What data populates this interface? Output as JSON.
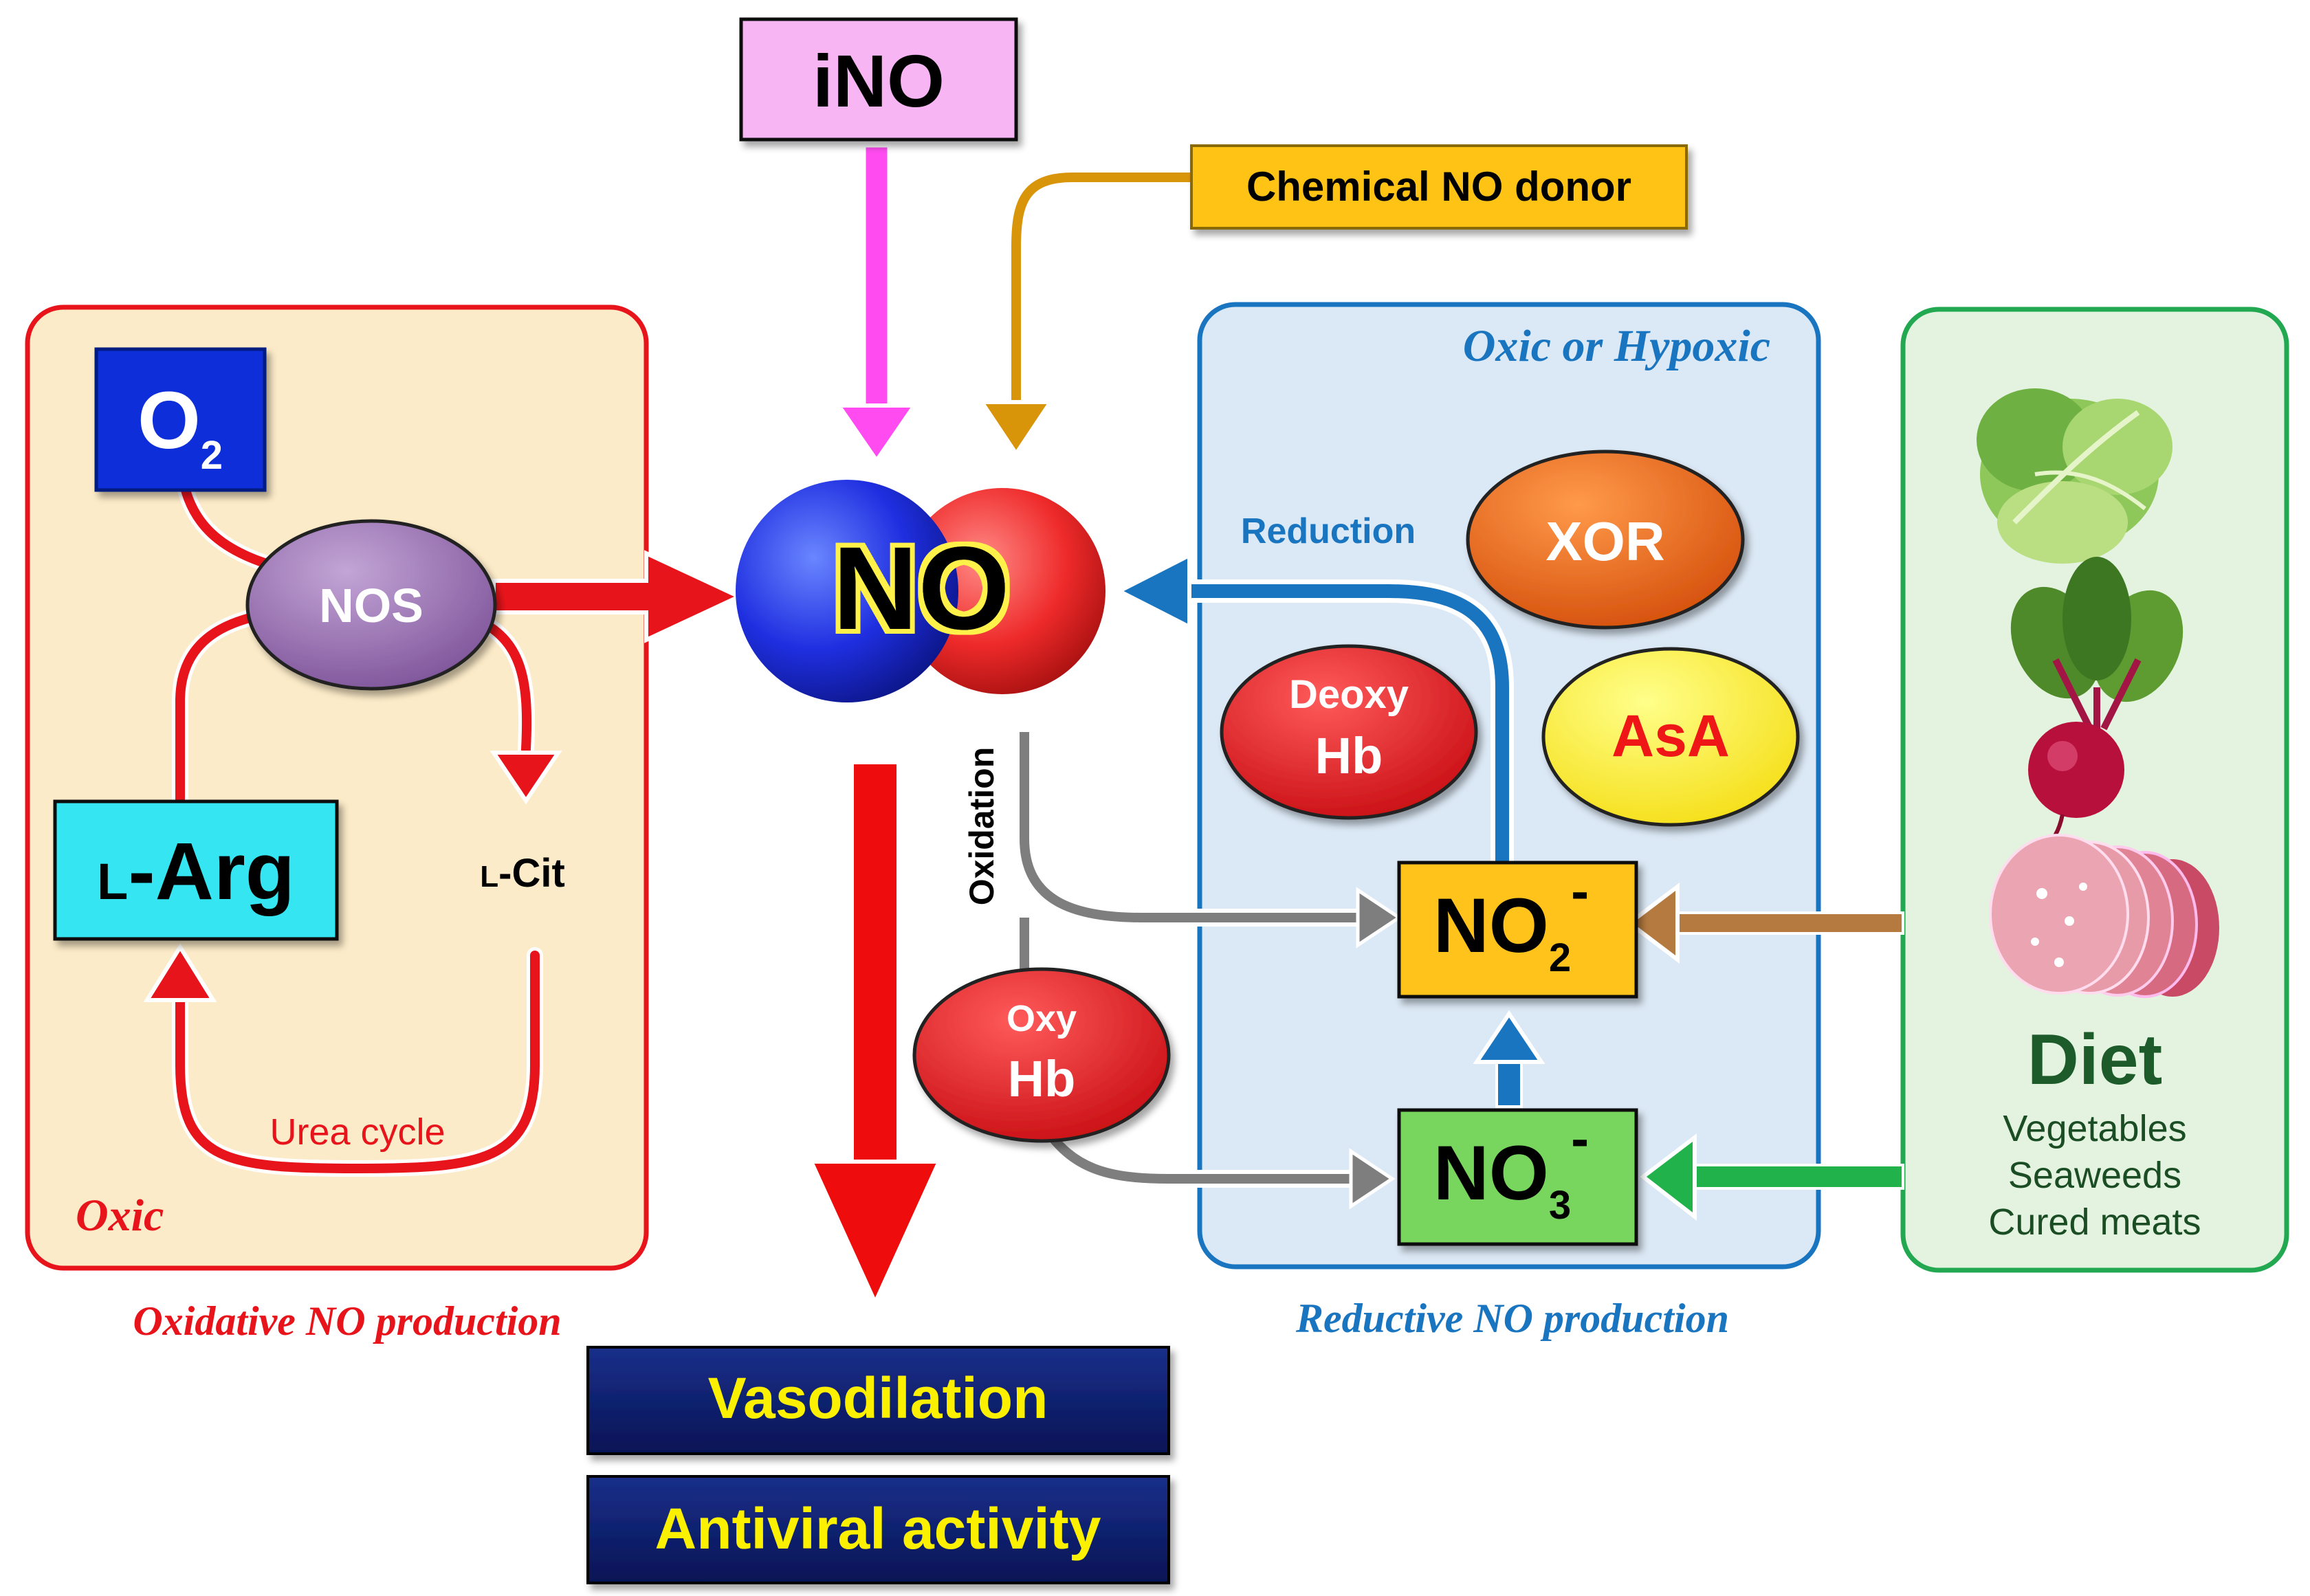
{
  "colors": {
    "oxidative": "#e8141b",
    "reductive": "#1a75c0",
    "diet": "#22a850",
    "ino_box": "#f7b6f3",
    "donor_box": "#ffc312",
    "nos": "#8e6aa5",
    "xor": "#ea6318",
    "asa": "#ffee24",
    "hb": "#e5121b",
    "no2_box": "#ffc31d",
    "no3_box": "#78d65e",
    "effect_box": "#0b1f6e",
    "effect_text": "#fbf000"
  },
  "inputs": {
    "ino": "iNO",
    "chemical_donor": "Chemical NO donor"
  },
  "center": {
    "no": "NO",
    "oxidation": "Oxidation",
    "reduction": "Reduction"
  },
  "oxidative_panel": {
    "o2": "O",
    "o2_sub": "2",
    "nos": "NOS",
    "larg_prefix": "L",
    "larg_main": "-Arg",
    "lcit_prefix": "L",
    "lcit_main": "-Cit",
    "urea_cycle": "Urea cycle",
    "condition": "Oxic",
    "caption": "Oxidative NO production"
  },
  "reductive_panel": {
    "condition": "Oxic or Hypoxic",
    "xor": "XOR",
    "deoxy_hb_line1": "Deoxy",
    "deoxy_hb_line2": "Hb",
    "asa": "AsA",
    "no2_main": "NO",
    "no2_sub": "2",
    "no2_sup": "-",
    "no3_main": "NO",
    "no3_sub": "3",
    "no3_sup": "-",
    "caption": "Reductive NO production"
  },
  "oxy_hb": {
    "line1": "Oxy",
    "line2": "Hb"
  },
  "diet_panel": {
    "title": "Diet",
    "items": [
      "Vegetables",
      "Seaweeds",
      "Cured meats"
    ],
    "pictures": [
      "lettuce-icon",
      "beetroot-icon",
      "salami-icon"
    ]
  },
  "effects": {
    "vasodilation": "Vasodilation",
    "antiviral": "Antiviral activity"
  }
}
